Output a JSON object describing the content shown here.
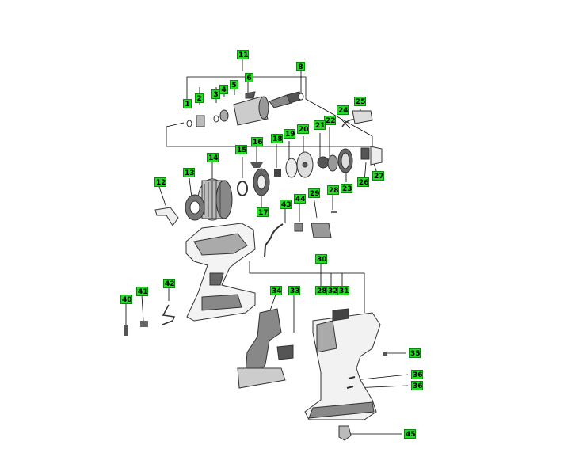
{
  "diagram": {
    "colors": {
      "callout_fill": "#22dd22",
      "callout_border": "#0a8a0a",
      "line": "#000000",
      "part_stroke": "#333333",
      "part_fill": "#eeeeee",
      "part_dark": "#555555"
    },
    "callouts": [
      {
        "id": "c11",
        "label": "11"
      },
      {
        "id": "c8",
        "label": "8"
      },
      {
        "id": "c6",
        "label": "6"
      },
      {
        "id": "c5",
        "label": "5"
      },
      {
        "id": "c4",
        "label": "4"
      },
      {
        "id": "c3",
        "label": "3"
      },
      {
        "id": "c2",
        "label": "2"
      },
      {
        "id": "c1",
        "label": "1"
      },
      {
        "id": "c25",
        "label": "25"
      },
      {
        "id": "c24",
        "label": "24"
      },
      {
        "id": "c22",
        "label": "22"
      },
      {
        "id": "c21",
        "label": "21"
      },
      {
        "id": "c20",
        "label": "20"
      },
      {
        "id": "c19",
        "label": "19"
      },
      {
        "id": "c18",
        "label": "18"
      },
      {
        "id": "c16",
        "label": "16"
      },
      {
        "id": "c15",
        "label": "15"
      },
      {
        "id": "c14",
        "label": "14"
      },
      {
        "id": "c13",
        "label": "13"
      },
      {
        "id": "c12",
        "label": "12"
      },
      {
        "id": "c17",
        "label": "17"
      },
      {
        "id": "c23",
        "label": "23"
      },
      {
        "id": "c26",
        "label": "26"
      },
      {
        "id": "c27",
        "label": "27"
      },
      {
        "id": "c43",
        "label": "43"
      },
      {
        "id": "c44",
        "label": "44"
      },
      {
        "id": "c29",
        "label": "29"
      },
      {
        "id": "c28a",
        "label": "28"
      },
      {
        "id": "c30",
        "label": "30"
      },
      {
        "id": "c42",
        "label": "42"
      },
      {
        "id": "c41",
        "label": "41"
      },
      {
        "id": "c40",
        "label": "40"
      },
      {
        "id": "c34",
        "label": "34"
      },
      {
        "id": "c33",
        "label": "33"
      },
      {
        "id": "c28b",
        "label": "28"
      },
      {
        "id": "c32",
        "label": "32"
      },
      {
        "id": "c31",
        "label": "31"
      },
      {
        "id": "c35",
        "label": "35"
      },
      {
        "id": "c36a",
        "label": "36"
      },
      {
        "id": "c36b",
        "label": "36"
      },
      {
        "id": "c45",
        "label": "45"
      }
    ]
  }
}
